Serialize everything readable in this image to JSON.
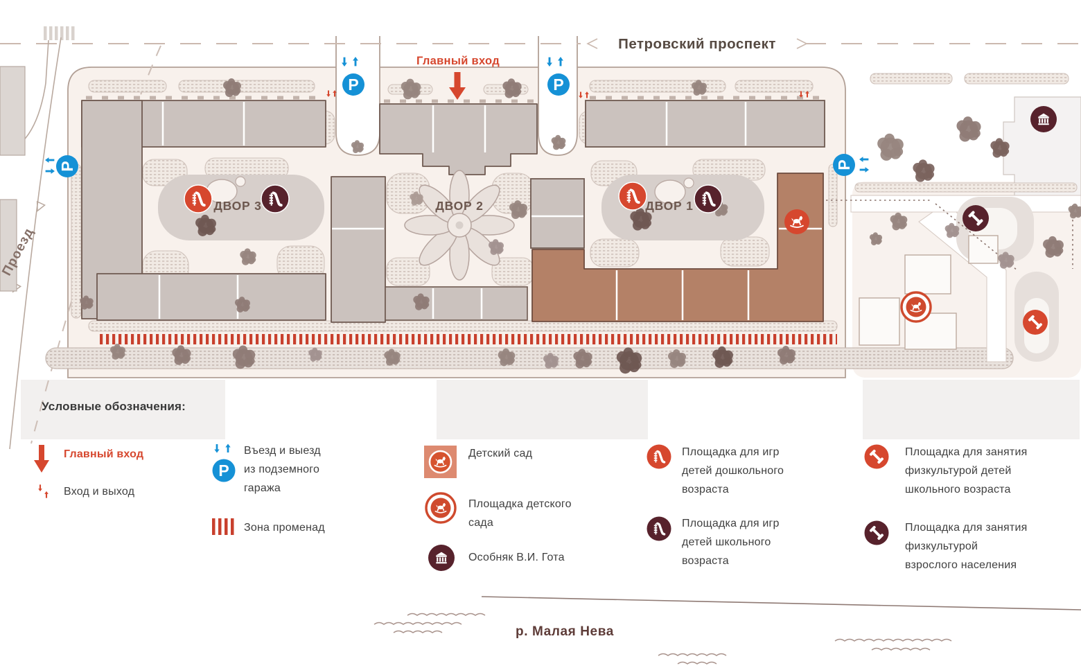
{
  "map": {
    "prospekt_label": "Петровский проспект",
    "proezd_label": "Проезд",
    "river_label": "р. Малая Нева",
    "main_entrance_label": "Главный вход",
    "yard1_label": "ДВОР 1",
    "yard2_label": "ДВОР 2",
    "yard3_label": "ДВОР 3",
    "parking_letter": "P"
  },
  "legend": {
    "title": "Условные обозначения:",
    "items": [
      {
        "id": "main-entrance",
        "label": "Главный вход"
      },
      {
        "id": "entrance-exit",
        "label": "Вход и выход"
      },
      {
        "id": "garage-inout",
        "label": "Въезд и выезд\nиз подземного\nгаража"
      },
      {
        "id": "promenade-zone",
        "label": "Зона променад"
      },
      {
        "id": "kindergarten",
        "label": "Детский сад"
      },
      {
        "id": "kindergarten-playground",
        "label": "Площадка детского\nсада"
      },
      {
        "id": "gota-mansion",
        "label": "Особняк В.И. Гота"
      },
      {
        "id": "preschool-playground",
        "label": "Площадка для игр\nдетей дошкольного\nвозраста"
      },
      {
        "id": "school-playground",
        "label": "Площадка для игр\nдетей школьного\nвозраста"
      },
      {
        "id": "school-sports",
        "label": "Площадка для занятия\nфизкультурой детей\nшкольного возраста"
      },
      {
        "id": "adult-sports",
        "label": "Площадка для занятия\nфизкультурой\nвзрослого населения"
      }
    ]
  },
  "colors": {
    "accent_red": "#d6472e",
    "parking_blue": "#1591d6",
    "maroon": "#57222c",
    "brown_building": "#b48167",
    "site_beige": "#f8f1ec"
  }
}
